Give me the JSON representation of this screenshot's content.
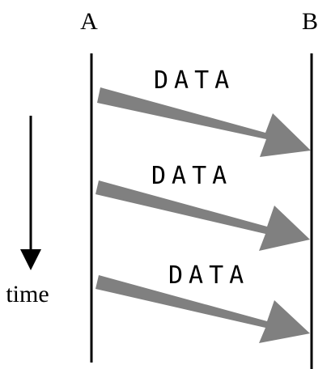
{
  "diagram": {
    "endpoint_a": "A",
    "endpoint_b": "B",
    "time_label": "time",
    "messages": [
      {
        "label": "DATA"
      },
      {
        "label": "DATA"
      },
      {
        "label": "DATA"
      }
    ]
  },
  "colors": {
    "lifeline": "#000000",
    "arrow": "#808080",
    "time_arrow": "#000000"
  }
}
